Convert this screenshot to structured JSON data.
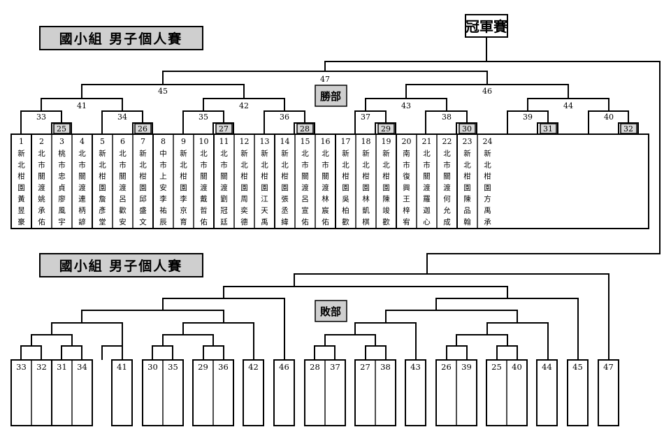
{
  "titles": {
    "upper": "國小組  男子個人賽",
    "lower": "國小組  男子個人賽"
  },
  "champion_label": "冠軍賽",
  "winners_label": "勝部",
  "losers_label": "敗部",
  "winners_matches": {
    "m25": "25",
    "m26": "26",
    "m27": "27",
    "m28": "28",
    "m29": "29",
    "m30": "30",
    "m31": "31",
    "m32": "32",
    "m33": "33",
    "m34": "34",
    "m35": "35",
    "m36": "36",
    "m37": "37",
    "m38": "38",
    "m39": "39",
    "m40": "40",
    "m41": "41",
    "m42": "42",
    "m43": "43",
    "m44": "44",
    "m45": "45",
    "m46": "46",
    "m47": "47"
  },
  "players": [
    {
      "seed": "1",
      "chars": [
        "新",
        "北",
        "柑",
        "園",
        "黃",
        "昱",
        "豪"
      ]
    },
    {
      "seed": "2",
      "chars": [
        "北",
        "市",
        "關",
        "渡",
        "姚",
        "承",
        "佑"
      ]
    },
    {
      "seed": "3",
      "chars": [
        "桃",
        "市",
        "忠",
        "貞",
        "廖",
        "風",
        "宇"
      ]
    },
    {
      "seed": "4",
      "chars": [
        "北",
        "市",
        "關",
        "渡",
        "連",
        "柄",
        "諺"
      ]
    },
    {
      "seed": "5",
      "chars": [
        "新",
        "北",
        "柑",
        "園",
        "詹",
        "彥",
        "堂"
      ]
    },
    {
      "seed": "6",
      "chars": [
        "北",
        "市",
        "關",
        "渡",
        "呂",
        "歡",
        "安"
      ]
    },
    {
      "seed": "7",
      "chars": [
        "新",
        "北",
        "柑",
        "園",
        "邱",
        "盛",
        "文"
      ]
    },
    {
      "seed": "8",
      "chars": [
        "中",
        "市",
        "上",
        "安",
        "李",
        "祐",
        "辰"
      ]
    },
    {
      "seed": "9",
      "chars": [
        "新",
        "北",
        "柑",
        "園",
        "李",
        "京",
        "育"
      ]
    },
    {
      "seed": "10",
      "chars": [
        "北",
        "市",
        "關",
        "渡",
        "戴",
        "哲",
        "佑"
      ]
    },
    {
      "seed": "11",
      "chars": [
        "北",
        "市",
        "關",
        "渡",
        "劉",
        "冠",
        "廷"
      ]
    },
    {
      "seed": "12",
      "chars": [
        "新",
        "北",
        "柑",
        "園",
        "周",
        "奕",
        "德"
      ]
    },
    {
      "seed": "13",
      "chars": [
        "新",
        "北",
        "柑",
        "園",
        "江",
        "天",
        "禹"
      ]
    },
    {
      "seed": "14",
      "chars": [
        "新",
        "北",
        "柑",
        "園",
        "張",
        "丞",
        "緯"
      ]
    },
    {
      "seed": "15",
      "chars": [
        "北",
        "市",
        "關",
        "渡",
        "呂",
        "宣",
        "佑"
      ]
    },
    {
      "seed": "16",
      "chars": [
        "北",
        "市",
        "關",
        "渡",
        "林",
        "宸",
        "佑"
      ]
    },
    {
      "seed": "17",
      "chars": [
        "新",
        "北",
        "柑",
        "園",
        "吳",
        "柏",
        "歡"
      ]
    },
    {
      "seed": "18",
      "chars": [
        "新",
        "北",
        "柑",
        "園",
        "林",
        "凱",
        "棋"
      ]
    },
    {
      "seed": "19",
      "chars": [
        "新",
        "北",
        "柑",
        "園",
        "陳",
        "竣",
        "歡"
      ]
    },
    {
      "seed": "20",
      "chars": [
        "南",
        "市",
        "復",
        "興",
        "王",
        "梓",
        "宥"
      ]
    },
    {
      "seed": "21",
      "chars": [
        "北",
        "市",
        "關",
        "渡",
        "羅",
        "迦",
        "心"
      ]
    },
    {
      "seed": "22",
      "chars": [
        "北",
        "市",
        "關",
        "渡",
        "何",
        "允",
        "成"
      ]
    },
    {
      "seed": "23",
      "chars": [
        "新",
        "北",
        "柑",
        "園",
        "陳",
        "品",
        "翰"
      ]
    },
    {
      "seed": "24",
      "chars": [
        "新",
        "北",
        "柑",
        "園",
        "方",
        "禹",
        "承"
      ]
    }
  ],
  "losers_slots": [
    "33",
    "32",
    "31",
    "34",
    "41",
    "30",
    "35",
    "29",
    "36",
    "42",
    "46",
    "28",
    "37",
    "27",
    "38",
    "43",
    "26",
    "39",
    "25",
    "40",
    "44",
    "45",
    "47"
  ]
}
